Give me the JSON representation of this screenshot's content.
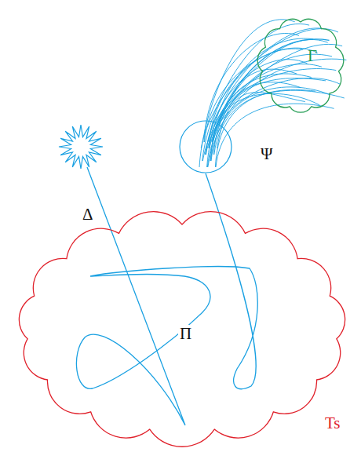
{
  "diagram": {
    "nodes": [
      {
        "text": [
          "Γ"
        ]
      },
      {
        "text": [
          "Δ"
        ]
      },
      {
        "text": [
          "Ψ"
        ]
      },
      {
        "text": [
          "Ts"
        ]
      }
    ],
    "edges": [
      {
        "from": 1,
        "to": 2,
        "arrow": "none"
      },
      {
        "from": 2,
        "to": 0,
        "arrow": "none"
      }
    ],
    "labels": [
      "Π"
    ]
  }
}
